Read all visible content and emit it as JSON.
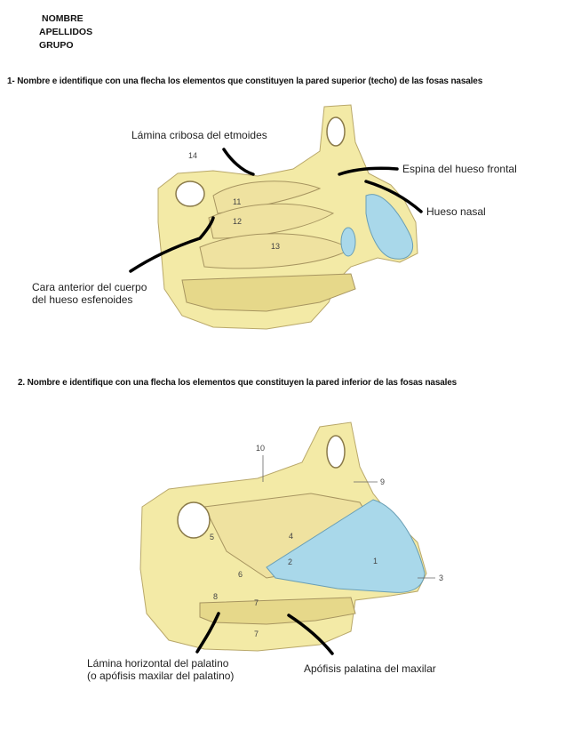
{
  "header": {
    "lines": [
      "NOMBRE",
      "APELLIDOS",
      "GRUPO"
    ]
  },
  "question1": {
    "text": "1- Nombre e identifique con una flecha los elementos que constituyen la pared superior (techo) de las fosas nasales",
    "labels": {
      "cribosa": "Lámina cribosa del etmoides",
      "espina": "Espina del hueso frontal",
      "nasal": "Hueso nasal",
      "cara_line1": "Cara anterior del cuerpo",
      "cara_line2": "del hueso esfenoides"
    },
    "numbers": [
      "14",
      "11",
      "12",
      "13"
    ]
  },
  "question2": {
    "text": "2. Nombre e identifique con una flecha los elementos que constituyen la pared inferior de las fosas nasales",
    "labels": {
      "lamina_line1": "Lámina horizontal del palatino",
      "lamina_line2": "(o apófisis maxilar del palatino)",
      "apofisis": "Apófisis palatina del maxilar"
    },
    "numbers": [
      "10",
      "9",
      "5",
      "4",
      "2",
      "1",
      "3",
      "6",
      "8",
      "7",
      "7"
    ]
  },
  "colors": {
    "bone": "#f3eaa6",
    "bone_dark": "#e6d88a",
    "cartilage": "#a9d8ea",
    "ink": "#000000"
  }
}
